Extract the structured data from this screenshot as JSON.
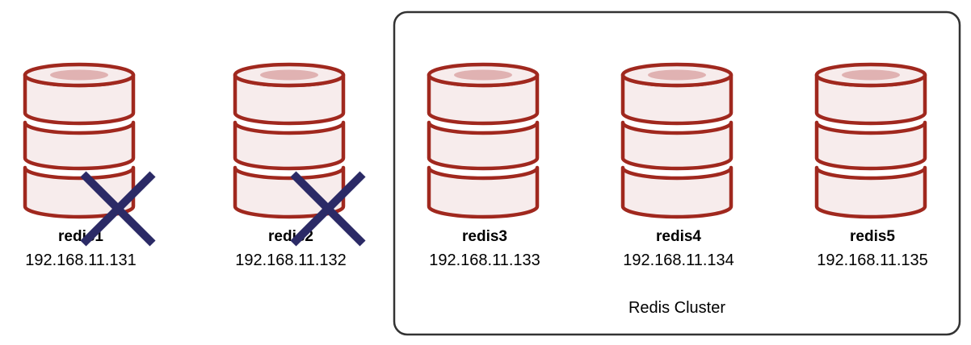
{
  "colors": {
    "db_stroke": "#A0281E",
    "db_fill": "#F7ECEC",
    "db_top_ellipse": "#E0B2B2",
    "failure_mark": "#2B2A66",
    "cluster_border": "#333333"
  },
  "nodes": [
    {
      "name": "redis1",
      "ip": "192.168.11.131",
      "failed": true
    },
    {
      "name": "redis2",
      "ip": "192.168.11.132",
      "failed": true
    },
    {
      "name": "redis3",
      "ip": "192.168.11.133",
      "failed": false
    },
    {
      "name": "redis4",
      "ip": "192.168.11.134",
      "failed": false
    },
    {
      "name": "redis5",
      "ip": "192.168.11.135",
      "failed": false
    }
  ],
  "cluster": {
    "label": "Redis Cluster"
  }
}
